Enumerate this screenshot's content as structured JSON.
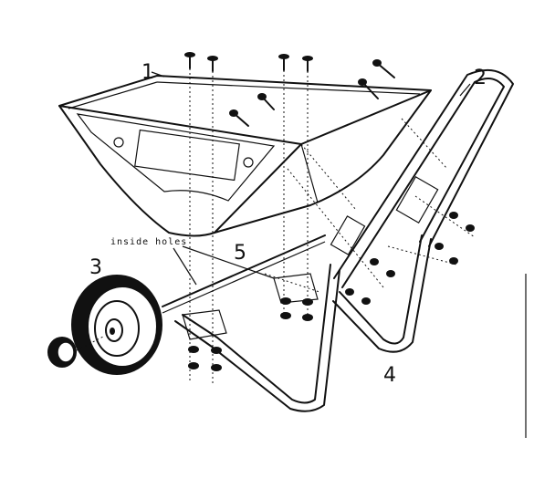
{
  "labels": {
    "tray": "1",
    "handle": "2",
    "wheel": "3",
    "leg_frame": "4",
    "axle": "5",
    "inside_holes": "inside holes"
  },
  "colors": {
    "ink": "#111111",
    "paper": "#ffffff"
  }
}
